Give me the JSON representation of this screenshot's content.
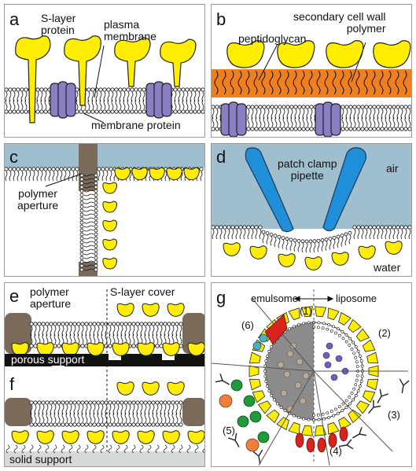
{
  "panels": {
    "a": {
      "label": "a",
      "s_layer_protein": "S-layer\nprotein",
      "plasma_membrane": "plasma\nmembrane",
      "membrane_protein": "membrane protein"
    },
    "b": {
      "label": "b",
      "secondary_cell_wall_polymer": "secondary cell wall\npolymer",
      "peptidoglycan": "peptidoglycan"
    },
    "c": {
      "label": "c",
      "polymer_aperture": "polymer\naperture"
    },
    "d": {
      "label": "d",
      "patch_clamp_pipette": "patch clamp\npipette",
      "air": "air",
      "water": "water"
    },
    "e": {
      "label": "e",
      "polymer_aperture": "polymer\naperture",
      "s_layer_cover": "S-layer cover",
      "porous_support": "porous support"
    },
    "f": {
      "label": "f",
      "solid_support": "solid support"
    },
    "g": {
      "label": "g",
      "emulsome": "emulsome",
      "liposome": "liposome",
      "n1": "(1)",
      "n2": "(2)",
      "n3": "(3)",
      "n4": "(4)",
      "n5": "(5)",
      "n6": "(6)"
    }
  },
  "colors": {
    "s_layer_yellow": "#ffee00",
    "membrane_protein_purple": "#8a7fc4",
    "peptidoglycan_orange": "#f07f1e",
    "aperture_brown": "#7a6a5a",
    "air_blue": "#9fbfcf",
    "pipette_blue": "#1e8fd8",
    "emulsome_core_gray": "#8c8c8c",
    "porous_black": "#111111",
    "solid_support_gray": "#d7d9d9"
  }
}
